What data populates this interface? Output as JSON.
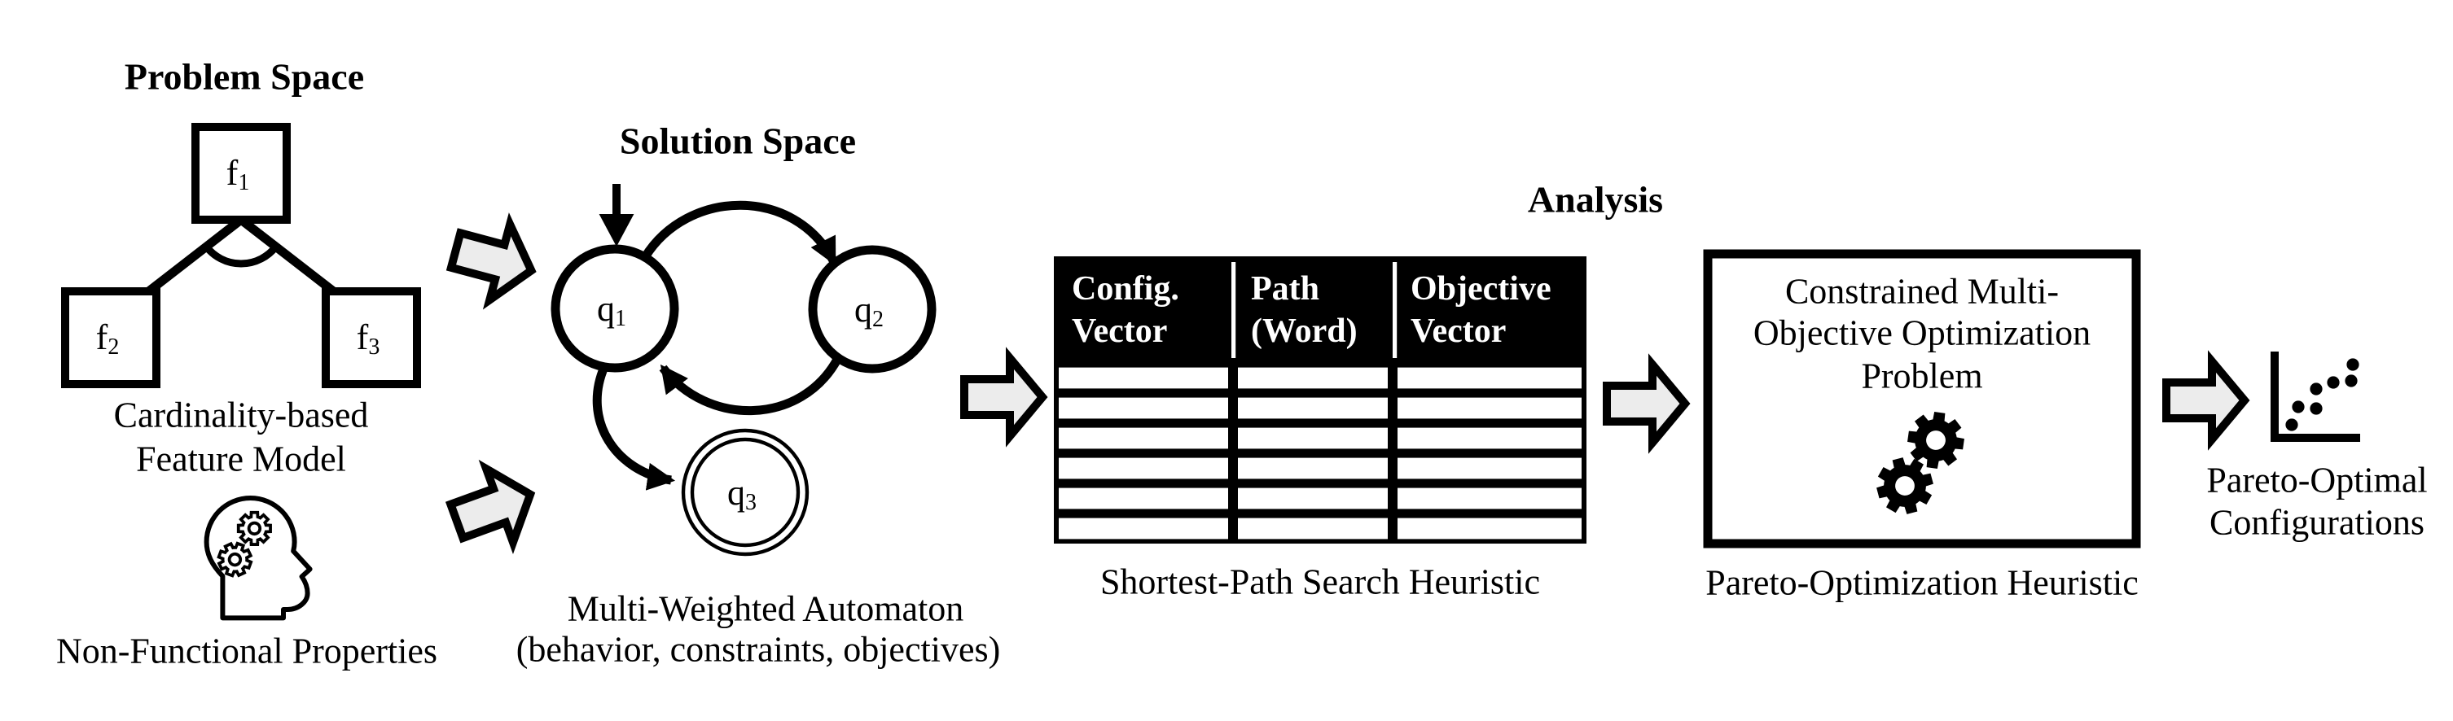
{
  "headings": {
    "problem_space": "Problem Space",
    "solution_space": "Solution Space",
    "analysis": "Analysis"
  },
  "problem_space": {
    "features": [
      {
        "base": "f",
        "sub": "1"
      },
      {
        "base": "f",
        "sub": "2"
      },
      {
        "base": "f",
        "sub": "3"
      }
    ],
    "caption_line1": "Cardinality-based",
    "caption_line2": "Feature Model",
    "nfp_label": "Non-Functional Properties"
  },
  "solution_space": {
    "states": [
      {
        "base": "q",
        "sub": "1"
      },
      {
        "base": "q",
        "sub": "2"
      },
      {
        "base": "q",
        "sub": "3"
      }
    ],
    "caption_line1": "Multi-Weighted Automaton",
    "caption_line2": "(behavior, constraints, objectives)"
  },
  "analysis": {
    "table": {
      "columns": [
        {
          "line1": "Config.",
          "line2": "Vector"
        },
        {
          "line1": "Path",
          "line2": "(Word)"
        },
        {
          "line1": "Objective",
          "line2": "Vector"
        }
      ],
      "empty_rows": 6,
      "caption": "Shortest-Path Search Heuristic"
    },
    "optimization_box": {
      "line1": "Constrained Multi-",
      "line2": "Objective Optimization",
      "line3": "Problem",
      "caption": "Pareto-Optimization Heuristic"
    }
  },
  "output": {
    "label_line1": "Pareto-Optimal",
    "label_line2": "Configurations"
  },
  "icons": {
    "nfp": "head-with-gears-icon",
    "optimization": "gears-icon",
    "output": "scatter-plot-icon",
    "flow": "block-arrow-icon"
  },
  "colors": {
    "ink": "#000000",
    "background": "#ffffff",
    "arrow_fill": "#ececec",
    "table_header_bg": "#000000",
    "table_header_text": "#ffffff"
  }
}
